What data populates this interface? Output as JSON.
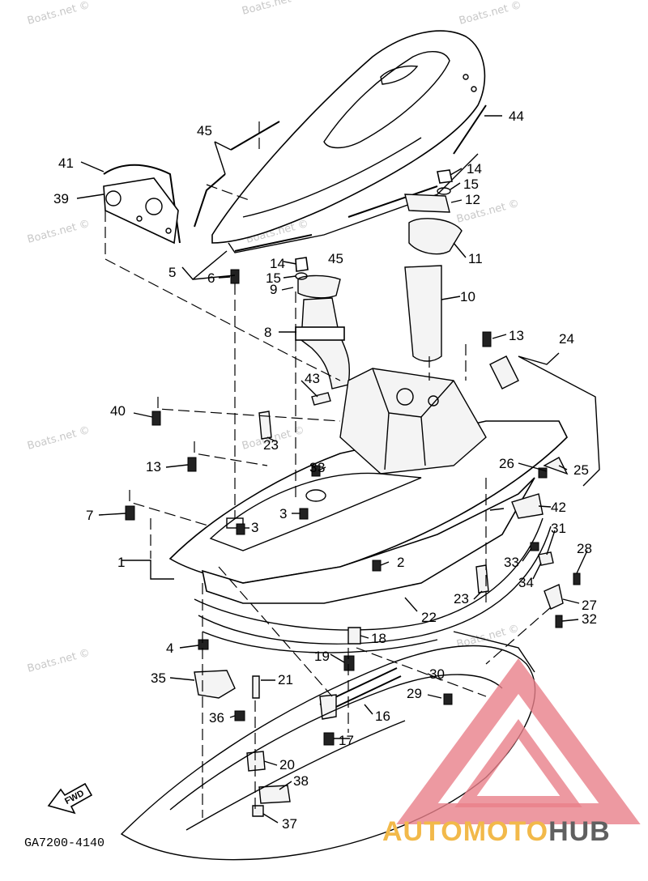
{
  "diagram": {
    "code": "GA7200-4140",
    "fwd_label": "FWD",
    "watermark": "Boats.net ©",
    "logo": {
      "text_a": "AUTOMOTO",
      "text_b": "HUB",
      "color_a": "#f2b94a",
      "color_b": "#606060",
      "mark_color": "#e8808a"
    },
    "callouts": [
      "1",
      "2",
      "3",
      "3",
      "3",
      "3",
      "4",
      "5",
      "6",
      "7",
      "8",
      "9",
      "10",
      "11",
      "12",
      "13",
      "13",
      "14",
      "14",
      "15",
      "15",
      "16",
      "17",
      "18",
      "19",
      "20",
      "21",
      "22",
      "23",
      "23",
      "24",
      "25",
      "26",
      "27",
      "28",
      "29",
      "30",
      "31",
      "32",
      "33",
      "34",
      "35",
      "36",
      "37",
      "38",
      "39",
      "40",
      "41",
      "42",
      "43",
      "44",
      "45",
      "45"
    ]
  }
}
